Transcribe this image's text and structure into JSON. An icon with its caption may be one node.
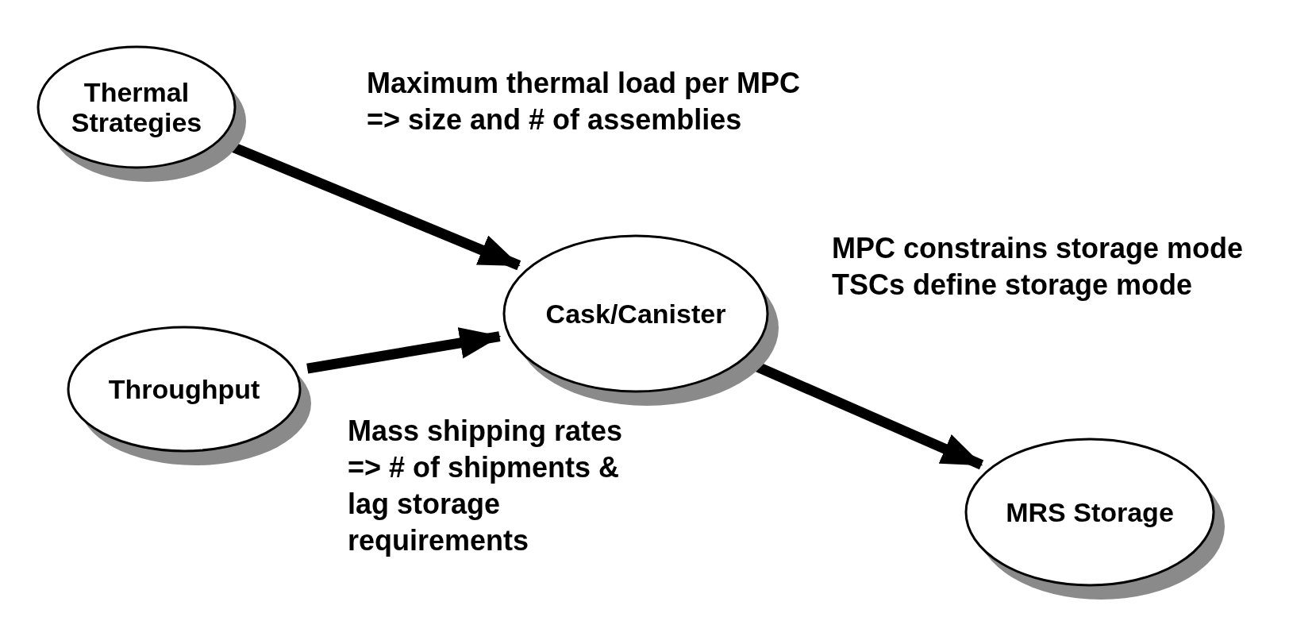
{
  "diagram": {
    "nodes": [
      {
        "text": [
          "Thermal Strategies"
        ]
      },
      {
        "text": [
          "Throughput"
        ]
      },
      {
        "text": [
          "Cask/Canister"
        ]
      },
      {
        "text": [
          "MRS Storage"
        ]
      }
    ],
    "edges": [
      {
        "from": 0,
        "to": 2,
        "arrow": "to",
        "label": "Maximum thermal load per MPC => size and # of assemblies"
      },
      {
        "from": 1,
        "to": 2,
        "arrow": "to",
        "label": "Mass shipping rates => # of shipments & lag storage requirements"
      },
      {
        "from": 2,
        "to": 3,
        "arrow": "to",
        "label": "MPC constrains storage mode TSCs define storage mode"
      }
    ]
  }
}
